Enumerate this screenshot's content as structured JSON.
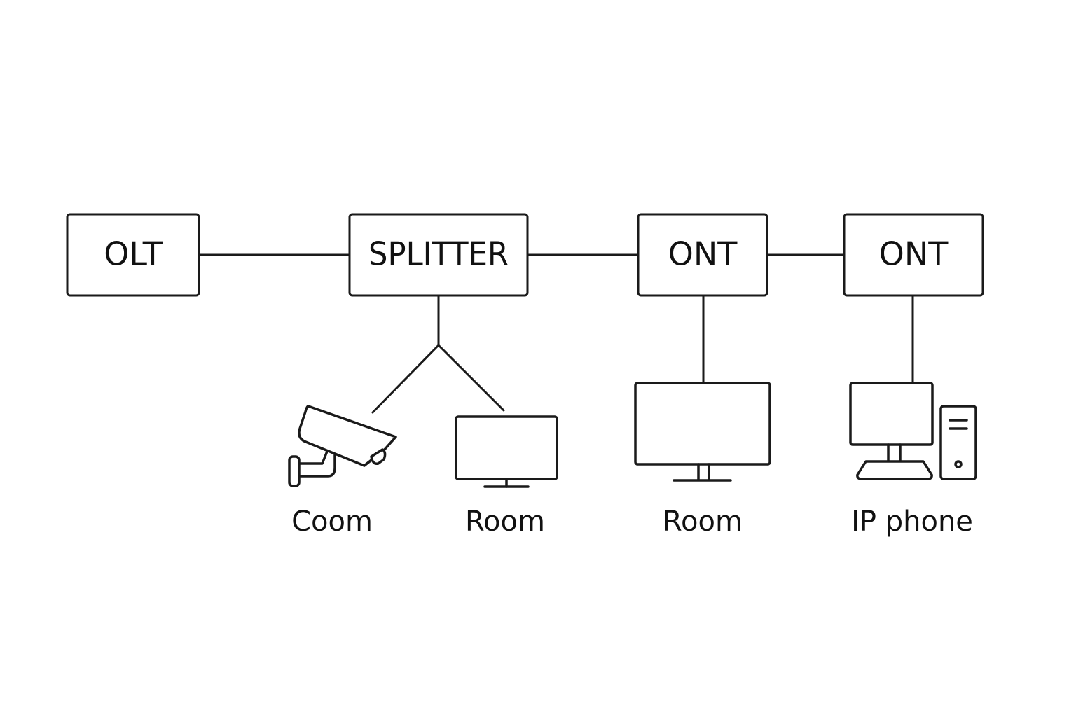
{
  "nodes": {
    "olt": {
      "label": "OLT"
    },
    "splitter": {
      "label": "SPLITTER"
    },
    "ont_1": {
      "label": "ONT"
    },
    "ont_2": {
      "label": "ONT"
    }
  },
  "devices": {
    "camera": {
      "label": "Coom",
      "icon": "security-camera-icon"
    },
    "monitor_small": {
      "label": "Room",
      "icon": "monitor-icon"
    },
    "monitor_large": {
      "label": "Room",
      "icon": "monitor-icon"
    },
    "desktop_pc": {
      "label": "IP phone",
      "icon": "desktop-computer-icon"
    }
  },
  "colors": {
    "stroke": "#1a1a1a",
    "background": "#ffffff"
  }
}
